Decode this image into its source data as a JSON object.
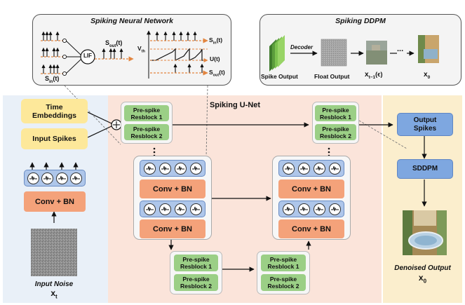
{
  "snn_panel": {
    "title": "Spiking Neural Network",
    "lif": "LIF",
    "s_out": "S",
    "s_out_sub": "out",
    "s_in": "S",
    "s_in_sub": "in",
    "t_arg": "(t)",
    "v_th": "V",
    "v_th_sub": "th",
    "u_t": "U(t)"
  },
  "ddpm_panel": {
    "title": "Spiking DDPM",
    "decoder": "Decoder",
    "spike_output": "Spike Output",
    "float_output": "Float Output",
    "x_t_minus_1": "x",
    "x_t_minus_1_sub": "t−1",
    "x_t_minus_1_arg": "(ϵ)",
    "ellipsis": "...",
    "x0": "x",
    "x0_sub": "0"
  },
  "left": {
    "time_embeddings": "Time\nEmbeddings",
    "input_spikes": "Input Spikes",
    "conv_bn": "Conv + BN",
    "input_noise": "Input Noise",
    "x_t": "x",
    "x_t_sub": "t"
  },
  "unet": {
    "title": "Spiking U-Net",
    "conv_bn": "Conv + BN",
    "resblock1": "Pre-spike\nResblock 1",
    "resblock2": "Pre-spike\nResblock 2"
  },
  "right": {
    "output_spikes": "Output\nSpikes",
    "sddpm": "SDDPM",
    "denoised_output": "Denoised Output",
    "x0": "x",
    "x0_sub": "0"
  },
  "colors": {
    "yellow_box": "#fde89a",
    "blue_box": "#7ea7e0",
    "orange_box": "#f4a27a",
    "green_box": "#9bcf86",
    "left_region": "#e9f0f8",
    "middle_region": "#fbe4da",
    "right_region": "#fbeecd"
  }
}
